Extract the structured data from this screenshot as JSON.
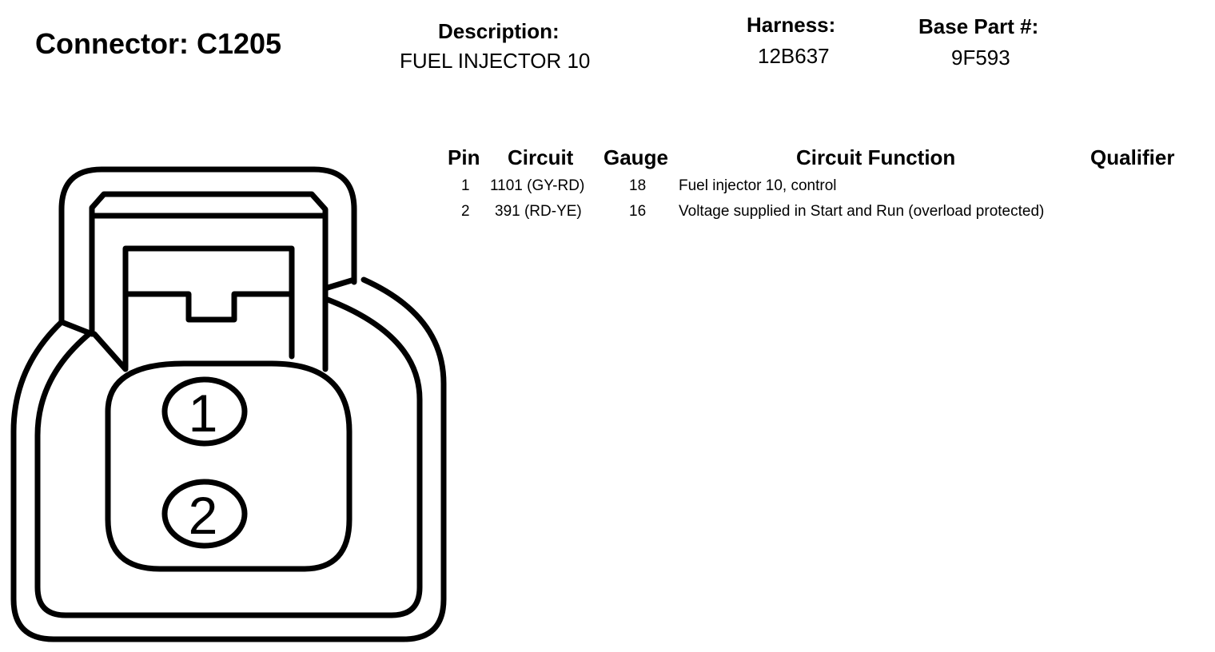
{
  "connector": {
    "label": "Connector: C1205"
  },
  "description": {
    "label": "Description:",
    "value": "FUEL INJECTOR 10"
  },
  "harness": {
    "label": "Harness:",
    "value": "12B637"
  },
  "base_part": {
    "label": "Base Part #:",
    "value": "9F593"
  },
  "table": {
    "headers": {
      "pin": "Pin",
      "circuit": "Circuit",
      "gauge": "Gauge",
      "function": "Circuit Function",
      "qualifier": "Qualifier"
    },
    "rows": [
      {
        "pin": "1",
        "circuit": "1101 (GY-RD)",
        "gauge": "18",
        "function": "Fuel injector 10, control",
        "qualifier": ""
      },
      {
        "pin": "2",
        "circuit": "391 (RD-YE)",
        "gauge": "16",
        "function": "Voltage supplied in Start and Run (overload protected)",
        "qualifier": ""
      }
    ]
  },
  "diagram": {
    "pin_labels": [
      "1",
      "2"
    ]
  }
}
